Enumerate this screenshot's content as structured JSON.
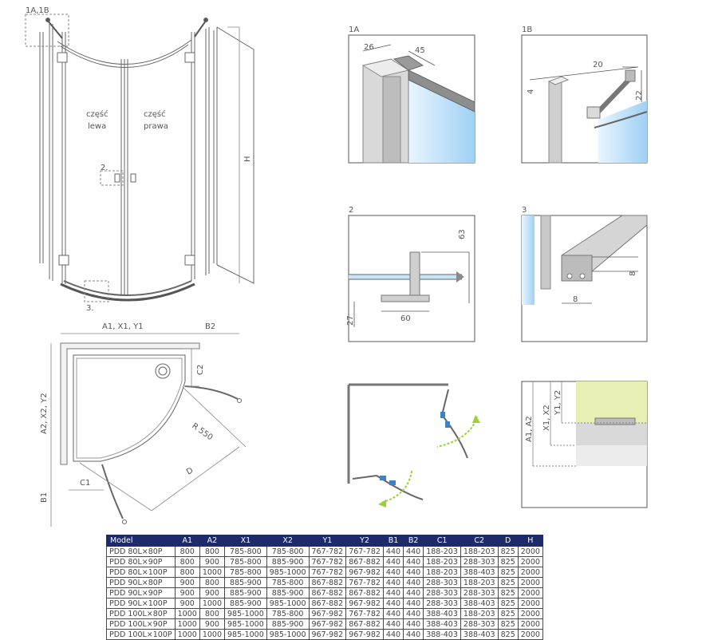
{
  "main_view": {
    "label_detail_1ab": "1A,1B",
    "label_left_1": "część",
    "label_left_2": "lewa",
    "label_right_1": "część",
    "label_right_2": "prawa",
    "label_detail_2": "2.",
    "label_detail_3": "3.",
    "label_h": "H"
  },
  "plan_view": {
    "dim_a1": "A1, X1, Y1",
    "dim_b2": "B2",
    "dim_a2": "A2, X2, Y2",
    "dim_b1": "B1",
    "dim_c1": "C1",
    "dim_c2": "C2",
    "dim_r": "R 550",
    "dim_d": "D"
  },
  "detail_1a": {
    "title": "1A",
    "dim_26": "26",
    "dim_45": "45"
  },
  "detail_1b": {
    "title": "1B",
    "dim_20": "20",
    "dim_4": "4",
    "dim_22": "22"
  },
  "detail_2": {
    "title": "2",
    "dim_63": "63",
    "dim_27": "27",
    "dim_60": "60"
  },
  "detail_3": {
    "title": "3",
    "dim_8v": "8",
    "dim_8h": "8"
  },
  "tray_detail": {
    "dim_a1a2": "A1, A2",
    "dim_x1x2": "X1, X2",
    "dim_y1y2": "Y1, Y2"
  },
  "table": {
    "headers": [
      "Model",
      "A1",
      "A2",
      "X1",
      "X2",
      "Y1",
      "Y2",
      "B1",
      "B2",
      "C1",
      "C2",
      "D",
      "H"
    ],
    "rows": [
      [
        "PDD 80L×80P",
        "800",
        "800",
        "785-800",
        "785-800",
        "767-782",
        "767-782",
        "440",
        "440",
        "188-203",
        "188-203",
        "825",
        "2000"
      ],
      [
        "PDD 80L×90P",
        "800",
        "900",
        "785-800",
        "885-900",
        "767-782",
        "867-882",
        "440",
        "440",
        "188-203",
        "288-303",
        "825",
        "2000"
      ],
      [
        "PDD 80L×100P",
        "800",
        "1000",
        "785-800",
        "985-1000",
        "767-782",
        "967-982",
        "440",
        "440",
        "188-203",
        "388-403",
        "825",
        "2000"
      ],
      [
        "PDD 90L×80P",
        "900",
        "800",
        "885-900",
        "785-800",
        "867-882",
        "767-782",
        "440",
        "440",
        "288-303",
        "188-203",
        "825",
        "2000"
      ],
      [
        "PDD 90L×90P",
        "900",
        "900",
        "885-900",
        "885-900",
        "867-882",
        "867-882",
        "440",
        "440",
        "288-303",
        "288-303",
        "825",
        "2000"
      ],
      [
        "PDD 90L×100P",
        "900",
        "1000",
        "885-900",
        "985-1000",
        "867-882",
        "967-982",
        "440",
        "440",
        "288-303",
        "388-403",
        "825",
        "2000"
      ],
      [
        "PDD 100L×80P",
        "1000",
        "800",
        "985-1000",
        "785-800",
        "967-982",
        "767-782",
        "440",
        "440",
        "388-403",
        "188-203",
        "825",
        "2000"
      ],
      [
        "PDD 100L×90P",
        "1000",
        "900",
        "985-1000",
        "885-900",
        "967-982",
        "867-882",
        "440",
        "440",
        "388-403",
        "288-303",
        "825",
        "2000"
      ],
      [
        "PDD 100L×100P",
        "1000",
        "1000",
        "985-1000",
        "985-1000",
        "967-982",
        "967-982",
        "440",
        "440",
        "388-403",
        "388-403",
        "825",
        "2000"
      ]
    ]
  },
  "colors": {
    "glass": "#cde8fb",
    "header_bg": "#1f2a6b",
    "accent_green": "#7dbb2f",
    "tray_green": "#e8efb4",
    "hinge_blue": "#3b83c5"
  }
}
